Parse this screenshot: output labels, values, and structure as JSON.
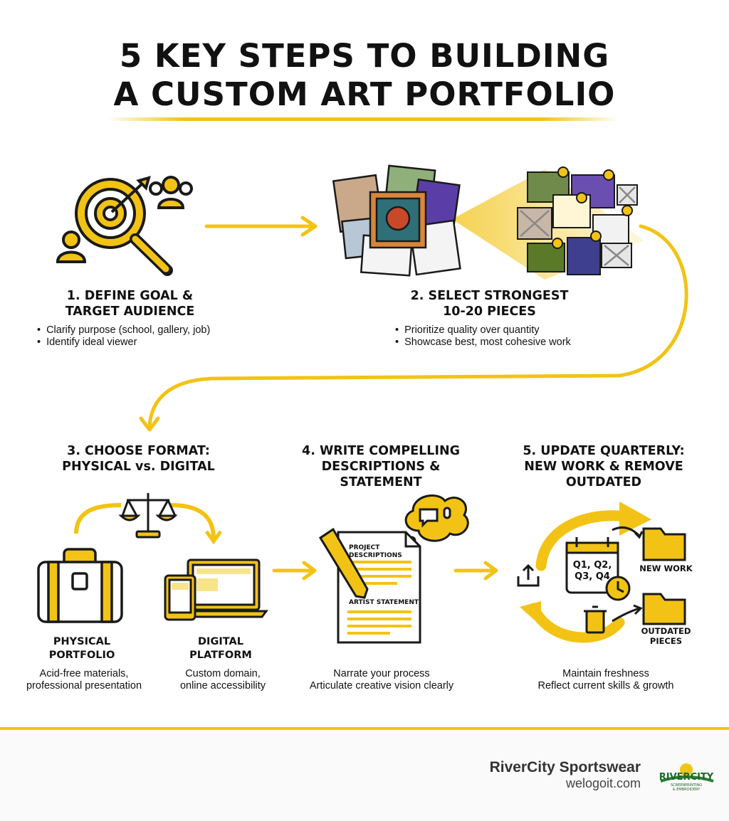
{
  "title": {
    "line1": "5 KEY STEPS TO BUILDING",
    "line2": "A CUSTOM ART PORTFOLIO"
  },
  "colors": {
    "accent": "#F2C314",
    "text": "#111111",
    "outline": "#1a1a1a"
  },
  "steps": {
    "step1": {
      "title_line1": "1. DEFINE GOAL &",
      "title_line2": "TARGET AUDIENCE",
      "bullets": [
        "Clarify purpose (school, gallery, job)",
        "Identify ideal viewer"
      ],
      "icon": "target-magnifier-audience-icon"
    },
    "step2": {
      "title_line1": "2. SELECT STRONGEST",
      "title_line2": "10-20 PIECES",
      "bullets": [
        "Prioritize quality over quantity",
        "Showcase best, most cohesive work"
      ],
      "icon": "artwork-selection-icon"
    },
    "step3": {
      "title_line1": "3. CHOOSE FORMAT:",
      "title_line2": "PHYSICAL vs. DIGITAL",
      "physical": {
        "label_line1": "PHYSICAL",
        "label_line2": "PORTFOLIO",
        "desc_line1": "Acid-free materials,",
        "desc_line2": "professional presentation",
        "icon": "briefcase-icon"
      },
      "digital": {
        "label_line1": "DIGITAL",
        "label_line2": "PLATFORM",
        "desc_line1": "Custom domain,",
        "desc_line2": "online accessibility",
        "icon": "laptop-tablet-icon"
      },
      "icon": "balance-scale-icon"
    },
    "step4": {
      "title_line1": "4. WRITE COMPELLING",
      "title_line2": "DESCRIPTIONS &",
      "title_line3": "STATEMENT",
      "doc_label1_line1": "PROJECT",
      "doc_label1_line2": "DESCRIPTIONS",
      "doc_label2": "ARTIST STATEMENT",
      "desc_line1": "Narrate your process",
      "desc_line2": "Articulate creative vision clearly",
      "icon": "document-pen-thought-icon"
    },
    "step5": {
      "title_line1": "5. UPDATE QUARTERLY:",
      "title_line2": "NEW WORK & REMOVE",
      "title_line3": "OUTDATED",
      "calendar_line1": "Q1, Q2,",
      "calendar_line2": "Q3, Q4",
      "new_work_label": "NEW WORK",
      "outdated_line1": "OUTDATED",
      "outdated_line2": "PIECES",
      "desc_line1": "Maintain freshness",
      "desc_line2": "Reflect current skills & growth",
      "icon": "cycle-calendar-folders-icon"
    }
  },
  "footer": {
    "brand_name": "RiverCity Sportswear",
    "url": "welogoit.com",
    "logo_text": "RIVERCITY",
    "logo_subtext": "SCREENPRINTING & EMBROIDERY"
  }
}
